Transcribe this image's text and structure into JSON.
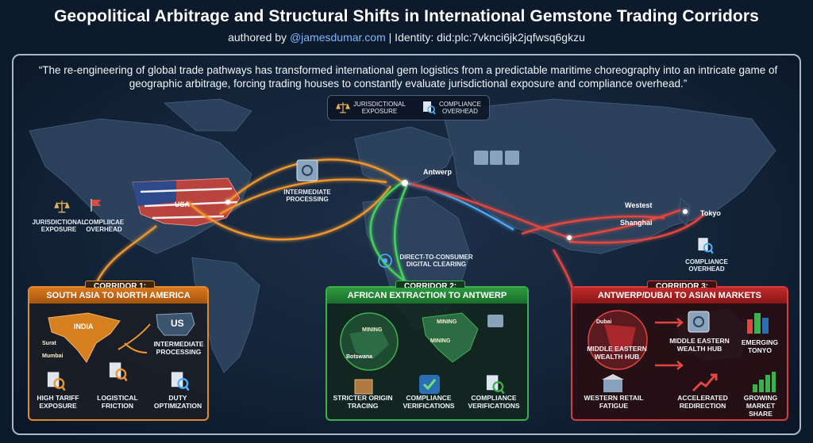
{
  "header": {
    "title": "Geopolitical Arbitrage and Structural Shifts in International Gemstone Trading Corridors",
    "authored_prefix": "authored by ",
    "handle": "@jamesdumar.com",
    "identity": " | Identity: did:plc:7vknci6jk2jqfwsq6gkzu"
  },
  "quote": "“The re-engineering of global trade pathways has transformed international gem logistics from a predictable maritime choreography into an intricate game of geographic arbitrage, forcing trading houses to constantly evaluate jurisdictional exposure and compliance overhead.”",
  "legend": {
    "jurisdictional": "JURISDICTIONAL\nEXPOSURE",
    "compliance": "COMPLIANCE\nOVERHEAD"
  },
  "map": {
    "usa": "USA",
    "left_jurisdictional": "JURISDICTIONAL\nEXPOSURE",
    "left_compliance": "COMPLIICAE\nOVERHEAD",
    "intermediate": "INTERMEDIATE\nPROCESSING",
    "antwerp": "Antwerp",
    "direct": "DIRECT-TO-CONSUMER\nDIGITAL CLEARING",
    "westest": "Westest",
    "shanghai": "Shanghai",
    "tokyo": "Tokyo",
    "right_compliance": "COMPLIANCE\nOVERHEAD"
  },
  "corridor1": {
    "tag": "CORRIDOR 1:",
    "title": "SOUTH ASIA TO NORTH AMERICA",
    "india": "INDIA",
    "surat": "Surat",
    "mumbai": "Mumbai",
    "us": "US",
    "intermediate": "INTERMEDIATE\nPROCESSING",
    "tariff": "HIGH TARIFF\nEXPOSURE",
    "friction": "LOGISTICAL\nFRICTION",
    "duty": "DUTY\nOPTIMIZATION"
  },
  "corridor2": {
    "tag": "CORRIDOR 2:",
    "title": "AFRICAN EXTRACTION TO ANTWERP",
    "mining1": "MINING",
    "mining2": "MINING",
    "mining3": "MINING",
    "botswana": "Botswana",
    "origin": "STRICTER ORIGIN\nTRACING",
    "verif1": "COMPLIANCE\nVERIFICATIONS",
    "verif2": "COMPLIANCE\nVERIFICATIONS"
  },
  "corridor3": {
    "tag": "CORRIDOR 3:",
    "title": "ANTWERP/DUBAI TO ASIAN MARKETS",
    "dubai": "Dubai",
    "hub_left": "MIDDLE EASTERN\nWEALTH HUB",
    "hub_right": "MIDDLE EASTERN\nWEALTH HUB",
    "emerging": "EMERGING\nTONYO",
    "retail": "WESTERN RETAIL\nFATIGUE",
    "redirection": "ACCELERATED\nREDIRECTION",
    "share": "GROWING\nMARKET SHARE"
  },
  "colors": {
    "corridor1": "#e08a2e",
    "corridor2": "#3db04e",
    "corridor3": "#d83c3c",
    "link": "#7fb8ff"
  }
}
